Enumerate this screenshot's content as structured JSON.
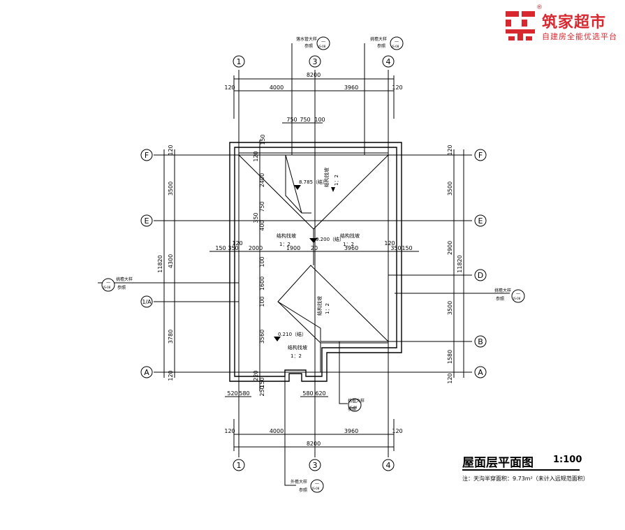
{
  "colors": {
    "brand": "#d7282f",
    "line": "#000000"
  },
  "watermark": {
    "mark_icon": "zhujia-logo-mark",
    "name": "筑家超市",
    "registered": "®",
    "slogan": "自建房全能优选平台"
  },
  "title": {
    "main": "屋面层平面图",
    "scale": "1:100",
    "note": "注：天沟半穿面积：9.73m²（未计入远规范面积）"
  },
  "axes": {
    "vertical": [
      "1",
      "3",
      "4"
    ],
    "horizontal_left": [
      "F",
      "E",
      "1/A",
      "A"
    ],
    "horizontal_right": [
      "F",
      "E",
      "D",
      "B",
      "A"
    ]
  },
  "dims_top": {
    "overall": "8200",
    "segments": [
      "120",
      "4000",
      "3960",
      "120"
    ],
    "sub": [
      "750",
      "750",
      "100"
    ]
  },
  "dims_bottom": {
    "overall": "8200",
    "segments": [
      "120",
      "4000",
      "3960",
      "120"
    ],
    "sub_left": [
      "520",
      "580"
    ],
    "sub_right": [
      "580",
      "620"
    ]
  },
  "dims_left": {
    "overall": "11820",
    "segments": [
      "120",
      "3500",
      "4300",
      "3780",
      "120"
    ]
  },
  "dims_right": {
    "overall": "11820",
    "segments": [
      "120",
      "3500",
      "2900",
      "3500",
      "1580",
      "120"
    ]
  },
  "dims_inner_left": [
    "150",
    "120",
    "2400",
    "750",
    "350",
    "400",
    "100",
    "1600",
    "100",
    "3560",
    "220",
    "150",
    "250"
  ],
  "dims_mid_row": [
    "150",
    "350",
    "120",
    "2000",
    "1900",
    "20",
    "3960",
    "120",
    "350",
    "150"
  ],
  "elevations": [
    "8.785（结）",
    "9.200（结）",
    "0.210（结）"
  ],
  "slopes": [
    {
      "label": "结构找坡",
      "ratio": "1：2"
    },
    {
      "label": "结构找坡",
      "ratio": "1：2"
    },
    {
      "label": "结构找坡",
      "ratio": "1：2"
    },
    {
      "label": "结构找坡",
      "ratio": "1：2"
    },
    {
      "label": "结构找坡",
      "ratio": "1：2"
    }
  ],
  "callouts": [
    {
      "label": "落水管大样",
      "sub": "参照",
      "ref": "—",
      "sheet": "JS-08"
    },
    {
      "label": "挑檐大样",
      "sub": "参照",
      "ref": "—",
      "sheet": "JS-08"
    },
    {
      "label": "挑檐大样",
      "sub": "参照",
      "ref": "—",
      "sheet": "JS-08"
    },
    {
      "label": "挑檐大样",
      "sub": "参照",
      "ref": "—",
      "sheet": "JS-08"
    },
    {
      "label": "挑檐大样",
      "sub": "参照",
      "ref": "—",
      "sheet": "JS-08"
    },
    {
      "label": "外檐大样",
      "sub": "参照",
      "ref": "—",
      "sheet": "JS-08"
    }
  ]
}
